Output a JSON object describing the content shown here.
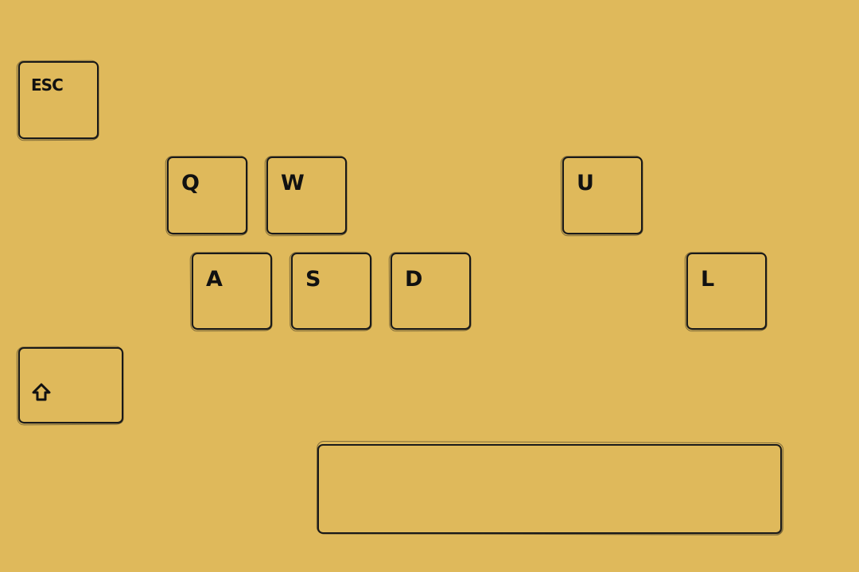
{
  "keys": {
    "esc": "ESC",
    "q": "Q",
    "w": "W",
    "u": "U",
    "a": "A",
    "s": "S",
    "d": "D",
    "l": "L",
    "shift_icon": "shift-arrow-icon",
    "space": ""
  },
  "colors": {
    "background": "#DFB95B",
    "ink": "#1a1a1a"
  }
}
